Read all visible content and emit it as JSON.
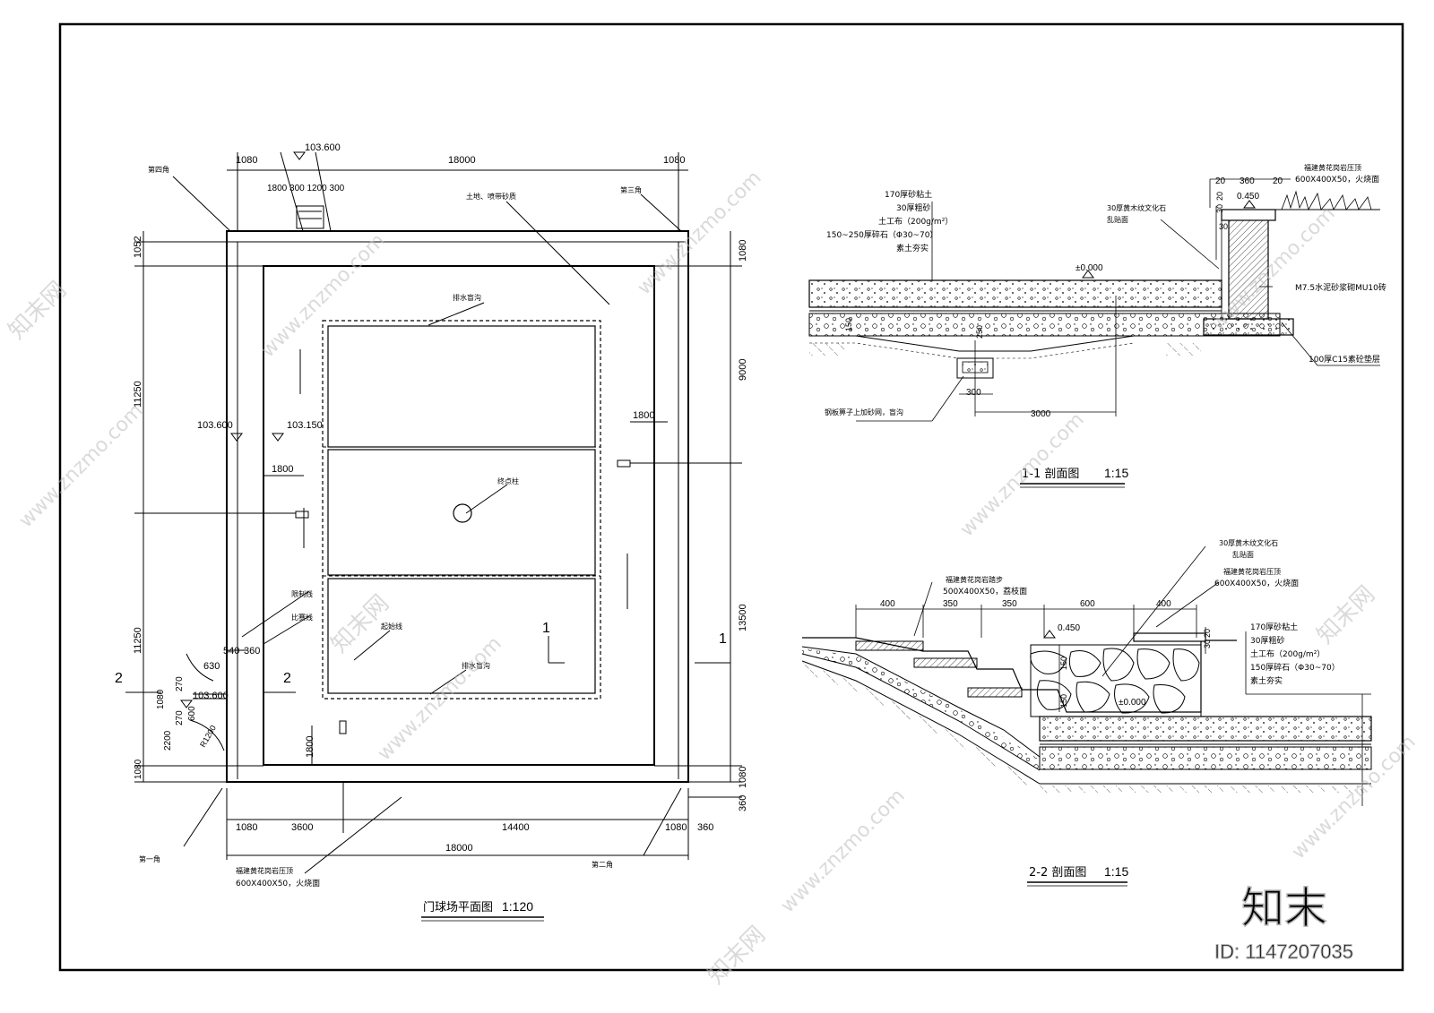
{
  "plan": {
    "title": "门球场平面图",
    "scale": "1:120",
    "corners": {
      "c1": "第一角",
      "c2": "第二角",
      "c3": "第三角",
      "c4": "第四角"
    },
    "notes": {
      "surface": "土地、喷带砂质",
      "drain_top": "排水盲沟",
      "drain_bottom": "排水盲沟",
      "end_post": "终点柱",
      "start_line": "起始线",
      "limit_line": "限制线",
      "game_line": "比赛线",
      "coping1": "福建黄花岗岩压顶",
      "coping2": "600X400X50，火烧面"
    },
    "elevations": {
      "e1": "103.600",
      "e2": "103.600",
      "e3": "103.150",
      "e4": "103.600"
    },
    "dims": {
      "top_left": "1080",
      "top_total": "18000",
      "top_right": "1080",
      "gate": "1800 300 1200 300",
      "bottom_left": "1080",
      "bottom_a": "3600",
      "bottom_b": "14400",
      "bottom_right": "1080",
      "bottom_rr": "360",
      "bottom_total": "18000",
      "left_a": "1052",
      "left_b": "11250",
      "left_c": "11250",
      "left_d": "2200",
      "left_e": "1080",
      "left_f": "1080",
      "right_a": "1080",
      "right_b": "9000",
      "right_c": "13500",
      "right_d": "1080",
      "right_e": "360",
      "w1800_a": "1800",
      "w1800_b": "1800",
      "w1800_c": "1800",
      "d540": "540",
      "d360": "360",
      "d630": "630",
      "d270a": "270",
      "d270b": "270",
      "d1080": "1080",
      "d600": "600",
      "r1200": "R1200"
    },
    "section_marks": {
      "s1": "1",
      "s2": "2"
    }
  },
  "section11": {
    "title": "1-1 剖面图",
    "scale": "1:15",
    "layers": {
      "l1": "170厚砂粘土",
      "l2": "30厚粗砂",
      "l3": "土工布（200g/m²）",
      "l4": "150~250厚碎石（Φ30~70）",
      "l5": "素土夯实"
    },
    "notes": {
      "stone": "30厚黄木纹文化石",
      "stone2": "乱贴面",
      "coping1": "福建黄花岗岩压顶",
      "coping2": "600X400X50，火烧面",
      "wall": "M7.5水泥砂浆砌MU10砖",
      "base": "100厚C15素砼垫层",
      "drain": "钢板箅子上加砂网，盲沟"
    },
    "dims": {
      "d20a": "20",
      "d360": "360",
      "d20b": "20",
      "d30a": "30",
      "d20c": "20",
      "d30b": "30",
      "d300": "300",
      "d3000": "3000",
      "d150": "150",
      "d250": "250"
    },
    "elev": {
      "top": "0.450",
      "zero": "±0.000"
    }
  },
  "section22": {
    "title": "2-2 剖面图",
    "scale": "1:15",
    "notes": {
      "stone": "30厚黄木纹文化石",
      "stone2": "乱贴面",
      "step1": "福建黄花岗岩踏步",
      "step2": "500X400X50，荔枝面",
      "coping1": "福建黄花岗岩压顶",
      "coping2": "600X400X50，火烧面"
    },
    "layers": {
      "l1": "170厚砂粘土",
      "l2": "30厚粗砂",
      "l3": "土工布（200g/m²）",
      "l4": "150厚碎石（Φ30~70）",
      "l5": "素土夯实"
    },
    "dims": {
      "a": "400",
      "b": "350",
      "c": "350",
      "d": "600",
      "e": "400",
      "h1": "150",
      "h2": "150",
      "h3": "30",
      "h4": "20"
    },
    "elev": {
      "top": "0.450",
      "zero": "±0.000"
    }
  },
  "watermark": {
    "brand": "知末",
    "id": "ID: 1147207035",
    "url": "www.znzmo.com",
    "site": "知末网"
  }
}
